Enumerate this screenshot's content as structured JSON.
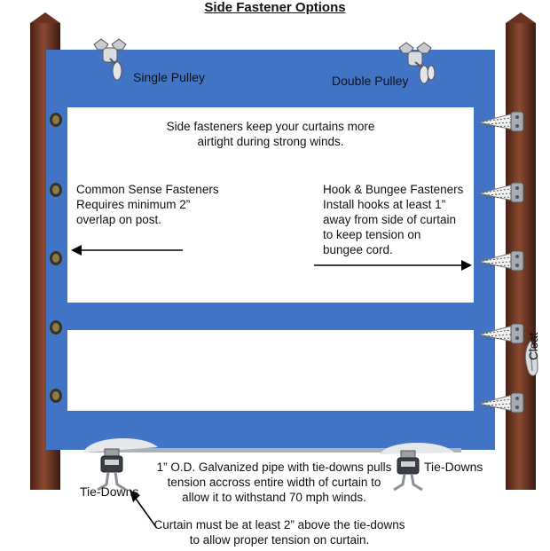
{
  "title": "Side Fastener Options",
  "labels": {
    "single_pulley": "Single Pulley",
    "double_pulley": "Double Pulley",
    "cleat": "Cleat",
    "tie_downs_left": "Tie-Downs",
    "tie_downs_right": "Tie-Downs"
  },
  "notes": {
    "intro_line1": "Side fasteners keep your curtains more",
    "intro_line2": "airtight during strong winds.",
    "common_title": "Common Sense Fasteners",
    "common_line1": "Requires minimum 2”",
    "common_line2": "overlap on post.",
    "hook_title": "Hook & Bungee Fasteners",
    "hook_line1": "Install hooks at least 1”",
    "hook_line2": "away from side of curtain",
    "hook_line3": "to keep tension on",
    "hook_line4": "bungee cord.",
    "pipe_line1": "1” O.D. Galvanized pipe with tie-downs pulls",
    "pipe_line2": "tension accross entire width of curtain to",
    "pipe_line3": "allow it to withstand 70 mph winds.",
    "curtain_line1": "Curtain must be at least 2” above the tie-downs",
    "curtain_line2": "to allow proper tension on curtain."
  },
  "colors": {
    "curtain_blue": "#3f72c4",
    "post_brown": "#5a2a1a",
    "post_highlight": "#8a4a30",
    "white_panel": "#ffffff",
    "hardware_gray": "#9a9ea4"
  }
}
